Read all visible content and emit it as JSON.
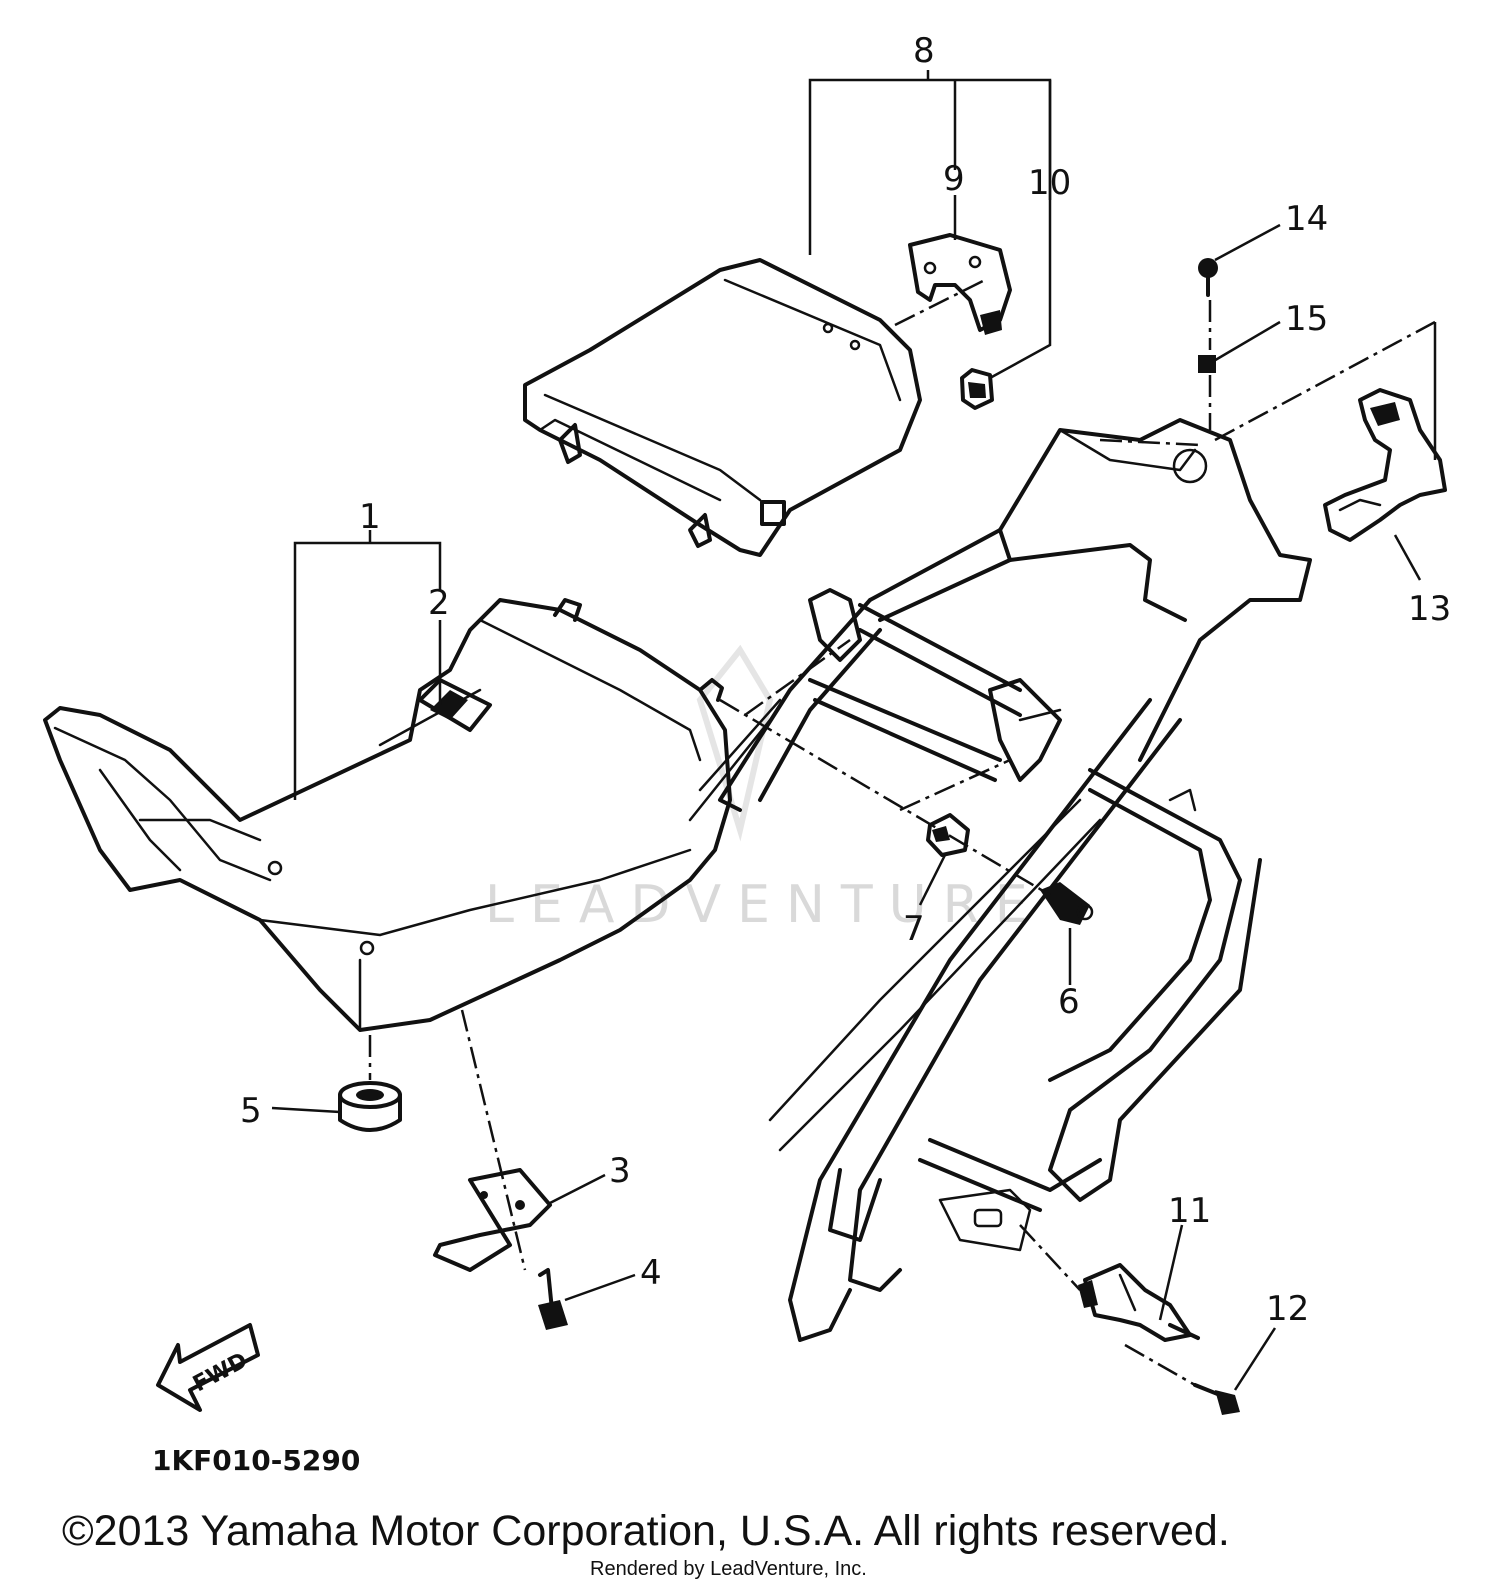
{
  "diagram": {
    "callouts": [
      "1",
      "2",
      "3",
      "4",
      "5",
      "6",
      "7",
      "8",
      "9",
      "10",
      "11",
      "12",
      "13",
      "14",
      "15"
    ],
    "direction_marker": "FWD",
    "diagram_code": "1KF010-5290",
    "watermark": "LEADVENTURE",
    "copyright": "©2013 Yamaha Motor Corporation, U.S.A. All rights reserved.",
    "rendered_by": "Rendered by LeadVenture, Inc."
  }
}
